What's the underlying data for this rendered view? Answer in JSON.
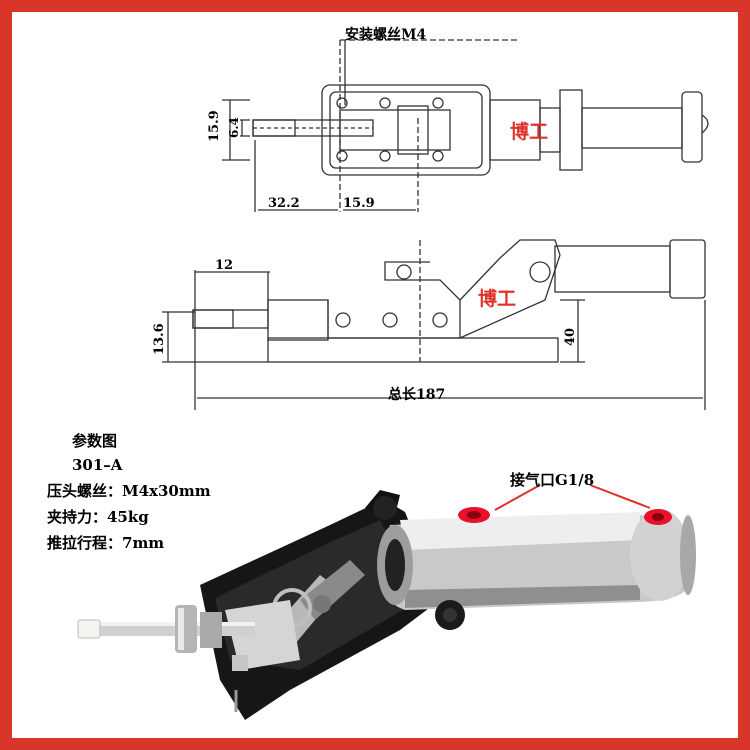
{
  "drawing": {
    "mount_screw": "安装螺丝M4",
    "dim_15_9_vertical": "15.9",
    "dim_6_4": "6.4",
    "dim_32_2": "32.2",
    "dim_15_9_horizontal": "15.9",
    "dim_12": "12",
    "dim_13_6": "13.6",
    "dim_40": "40",
    "total_length": "总长187",
    "brand_top": "博工",
    "brand_side": "博工"
  },
  "specs": {
    "title": "参数图",
    "model": "301–A",
    "head_screw": "压头螺丝：M4x30mm",
    "clamp_force": "夹持力：45kg",
    "stroke": "推拉行程：7mm"
  },
  "photo": {
    "air_port": "接气口G1/8"
  },
  "colors": {
    "border": "#d9352b",
    "brand": "#e0302a",
    "port": "#e8102a"
  }
}
